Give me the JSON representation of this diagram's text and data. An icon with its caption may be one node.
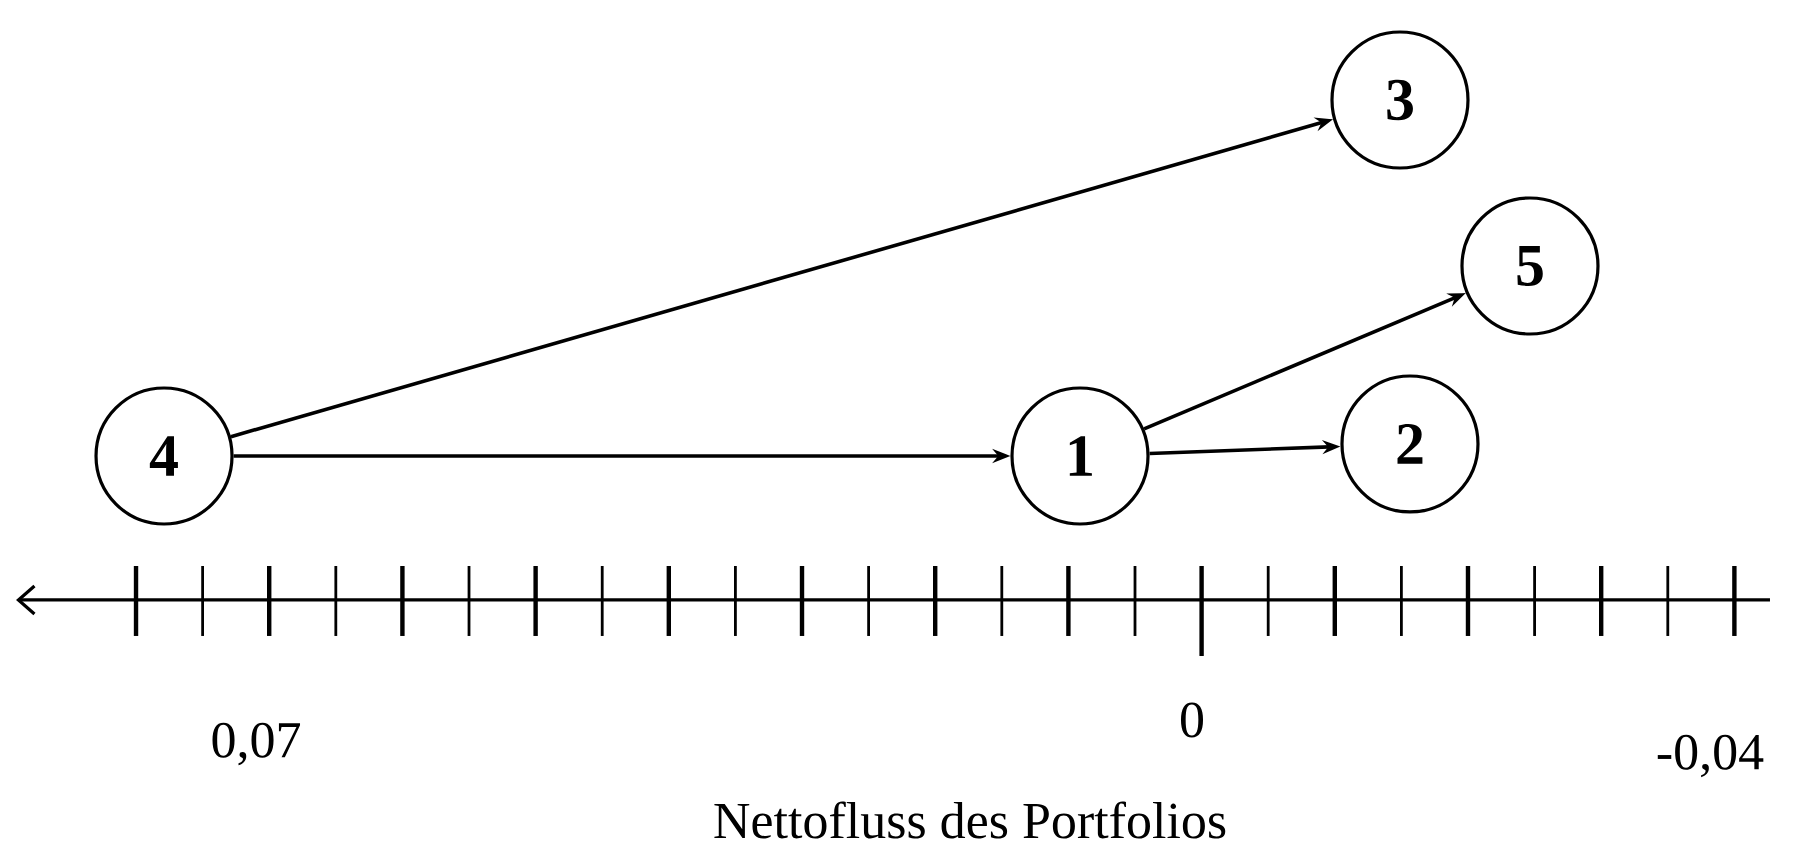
{
  "diagram": {
    "nodes": [
      {
        "text": [
          "3"
        ]
      },
      {
        "text": [
          "5"
        ]
      },
      {
        "text": [
          "4"
        ]
      },
      {
        "text": [
          "1"
        ]
      },
      {
        "text": [
          "2"
        ]
      }
    ],
    "edges": [
      {
        "from": 2,
        "to": 0,
        "arrow": "to"
      },
      {
        "from": 2,
        "to": 3,
        "arrow": "to"
      },
      {
        "from": 3,
        "to": 1,
        "arrow": "to"
      },
      {
        "from": 3,
        "to": 4,
        "arrow": "to"
      }
    ],
    "labels": [
      "0,07",
      "0",
      "-0,04",
      "Nettofluss des Portfolios"
    ]
  }
}
